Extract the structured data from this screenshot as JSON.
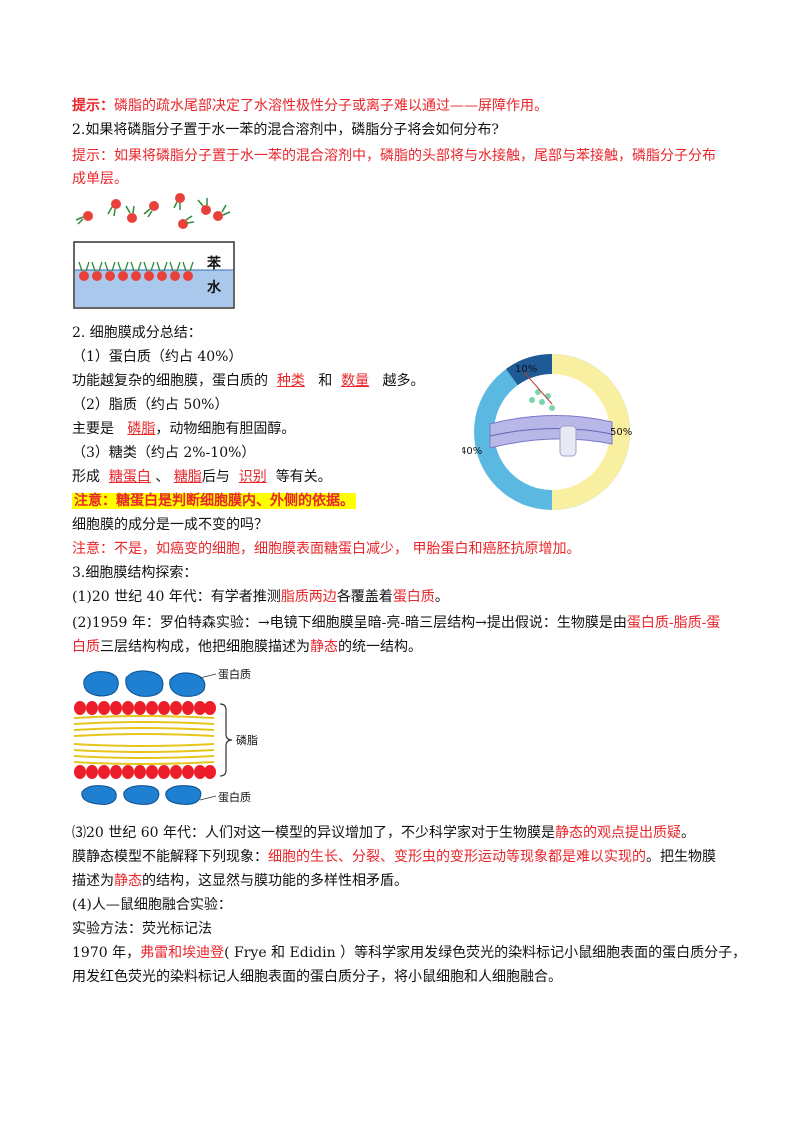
{
  "para1": {
    "label": "提示：",
    "text": "磷脂的疏水尾部决定了水溶性极性分子或离子难以通过——屏障作用。"
  },
  "q2": "2.如果将磷脂分子置于水一苯的混合溶剂中，磷脂分子将会如何分布?",
  "hint2_l1": "提示：如果将磷脂分子置于水一苯的混合溶剂中，磷脂的头部将与水接触，尾部与苯接触，磷脂分子分布",
  "hint2_l2": "成单层。",
  "beaker": {
    "benzene": "苯",
    "water": "水"
  },
  "summary": {
    "title": "2. 细胞膜成分总结：",
    "protein": "（1）蛋白质（约占 40%）",
    "protein_line": {
      "a": "功能越复杂的细胞膜，蛋白质的",
      "b": "种类",
      "c": "和",
      "d": "数量",
      "e": "越多。"
    },
    "lipid": "（2）脂质（约占 50%）",
    "lipid_line": {
      "a": "主要是",
      "b": "磷脂",
      "c": "，动物细胞有胆固醇。"
    },
    "sugar": "（3）糖类（约占 2%-10%）",
    "sugar_line": {
      "a": "形成",
      "b": "糖蛋白",
      "c": "、",
      "d": "糖脂",
      "e": "后与",
      "f": "识别",
      "g": "等有关。"
    },
    "note": "注意：糖蛋白是判断细胞膜内、外侧的依据。"
  },
  "pie": {
    "p10": "10%",
    "p40": "40%",
    "p50": "50%"
  },
  "q_const": "细胞膜的成分是一成不变的吗？",
  "note2": "注意：不是，如癌变的细胞，细胞膜表面糖蛋白减少，  甲胎蛋白和癌胚抗原增加。",
  "s3": {
    "title": "3.细胞膜结构探索：",
    "p1": {
      "a": "(1)20 世纪 40 年代：有学者推测",
      "b": "脂质两边",
      "c": "各覆盖着",
      "d": "蛋白质",
      "e": "。"
    },
    "p2_l1": {
      "a": "(2)1959 年：罗伯特森实验：→电镜下细胞膜呈暗-亮-暗三层结构→提出假说：生物膜是由",
      "b": "蛋白质-脂质-蛋"
    },
    "p2_l2": {
      "a": "白质",
      "b": "三层结构构成，他把细胞膜描述为",
      "c": "静态",
      "d": "的统一结构。"
    }
  },
  "membrane": {
    "top": "蛋白质",
    "mid": "磷脂",
    "bottom": "蛋白质"
  },
  "s3b": {
    "p3": {
      "a": "⑶20 世纪 60 年代：人们对这一模型的异议增加了，不少科学家对于生物膜是",
      "b": "静态的观点提出质疑",
      "c": "。"
    },
    "p4_l1": {
      "a": "膜静态模型不能解释下列现象：",
      "b": "细胞的生长、分裂、变形虫的变形运动等现象都是难以实现的",
      "c": "。把生物膜"
    },
    "p4_l2": {
      "a": "描述为",
      "b": "静态",
      "c": "的结构，这显然与膜功能的多样性相矛盾。"
    },
    "p5": "(4)人—鼠细胞融合实验：",
    "method": "实验方法：荧光标记法",
    "p6_l1": {
      "a": "1970 年，",
      "b": "弗雷和埃迪登",
      "c": "( Frye 和 Edidin  ）等科学家用发绿色荧光的染料标记小鼠细胞表面的蛋白质分子，"
    },
    "p6_l2": "用发红色荧光的染料标记人细胞表面的蛋白质分子，将小鼠细胞和人细胞融合。"
  }
}
